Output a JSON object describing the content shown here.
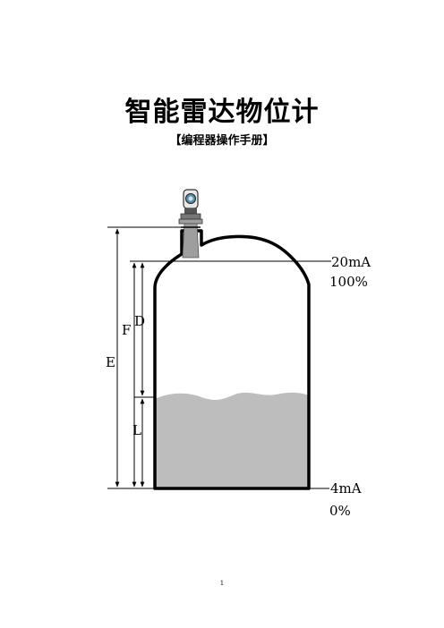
{
  "document": {
    "title": "智能雷达物位计",
    "subtitle": "【编程器操作手册】",
    "page_number": "1"
  },
  "diagram": {
    "labels": {
      "E": "E",
      "F": "F",
      "D": "D",
      "L": "L"
    },
    "output_high": {
      "current": "20mA",
      "percent": "100%"
    },
    "output_low": {
      "current": "4mA",
      "percent": "0%"
    },
    "colors": {
      "liquid": "#bdbdbd",
      "outline": "#000000",
      "radar_antenna": "#9e9e9e",
      "radar_display": "#5c8fa8"
    }
  }
}
